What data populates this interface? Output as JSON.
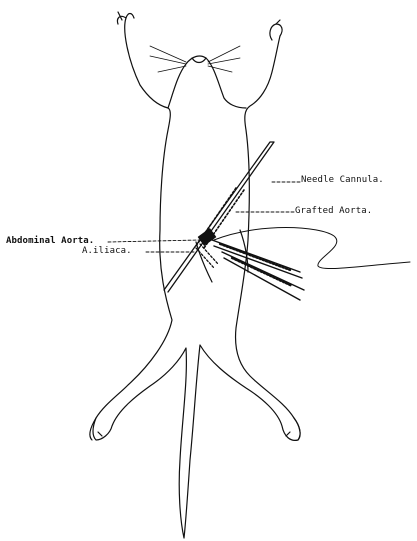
{
  "labels": {
    "needle_cannula": "Needle Cannula.",
    "grafted_aorta": "Grafted Aorta.",
    "abdominal_aorta": "Abdominal Aorta.",
    "a_iliaca": "A.iliaca."
  },
  "colors": {
    "ink": "#111111",
    "background": "#ffffff"
  }
}
